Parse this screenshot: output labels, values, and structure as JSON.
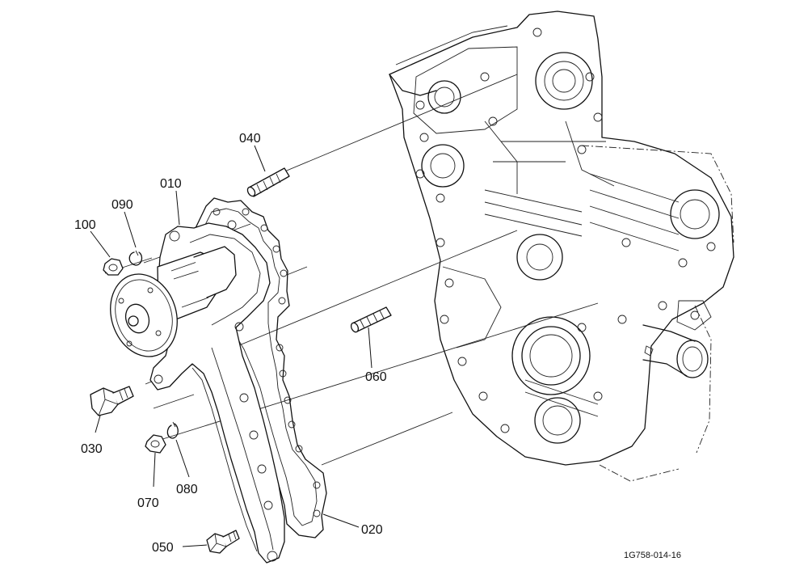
{
  "parts": [
    {
      "id": "p010",
      "label": "010"
    },
    {
      "id": "p020",
      "label": "020"
    },
    {
      "id": "p030",
      "label": "030"
    },
    {
      "id": "p040",
      "label": "040"
    },
    {
      "id": "p050",
      "label": "050"
    },
    {
      "id": "p060",
      "label": "060"
    },
    {
      "id": "p070",
      "label": "070"
    },
    {
      "id": "p080",
      "label": "080"
    },
    {
      "id": "p090",
      "label": "090"
    },
    {
      "id": "p100",
      "label": "100"
    }
  ],
  "drawing_code": "1G758-014-16"
}
